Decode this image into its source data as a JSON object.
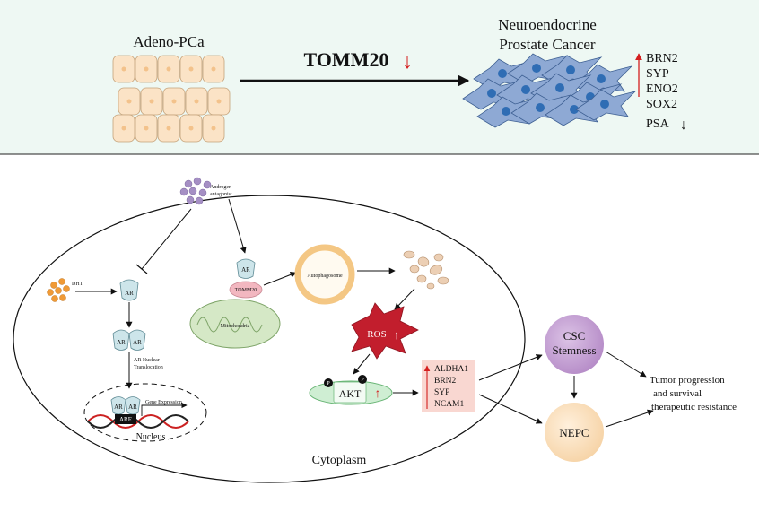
{
  "top": {
    "left_label": "Adeno-PCa",
    "center_label": "TOMM20",
    "center_arrow": "↓",
    "right_title_line1": "Neuroendocrine",
    "right_title_line2": "Prostate Cancer",
    "markers_up": [
      "BRN2",
      "SYP",
      "ENO2",
      "SOX2"
    ],
    "marker_down": "PSA",
    "marker_down_arrow": "↓"
  },
  "cell": {
    "androgen_antagonist_line1": "Androgen",
    "androgen_antagonist_line2": "antagonist",
    "dht": "DHT",
    "ar": "AR",
    "ar_dimer_left": "AR",
    "ar_dimer_right": "AR",
    "ar_nuclear_line1": "AR Nuclear",
    "ar_nuclear_line2": "Translocation",
    "nucleus_ar_left": "AR",
    "nucleus_ar_right": "AR",
    "are": "ARE",
    "gene_expression": "Gene Expression",
    "nucleus": "Nucleus",
    "mito_ar": "AR",
    "tomm20": "TOMM20",
    "mitochondria": "Mitochondria",
    "autophagosome": "Autophagosome",
    "ros": "ROS",
    "ros_arrow": "↑",
    "akt": "AKT",
    "akt_arrow": "↑",
    "p_label": "P",
    "targets": [
      "ALDHA1",
      "BRN2",
      "SYP",
      "NCAM1"
    ],
    "cytoplasm": "Cytoplasm"
  },
  "outcomes": {
    "csc_line1": "CSC",
    "csc_line2": "Stemness",
    "nepc": "NEPC",
    "result_line1": "Tumor progression",
    "result_line2": "and survival",
    "result_line3": "therapeutic resistance"
  },
  "colors": {
    "top_panel_bg": "#eef8f3",
    "up_arrow": "#d41f1f",
    "adeno_cell_fill": "#fbe3c6",
    "adeno_cell_stroke": "#c4a27a",
    "ne_cell_fill": "#8ea9d4",
    "ne_nucleus": "#2f6db4",
    "ar_fill": "#cde5ea",
    "dht_dots": "#f09a36",
    "antagonist_dots": "#a58fc4",
    "mito_fill": "#d5e8c6",
    "autophagosome_ring": "#f4c784",
    "ros_fill": "#c21e2d",
    "akt_fill": "#cfeed3",
    "target_box": "#f9d7d1",
    "csc_fill": "#c9a6d6",
    "nepc_fill": "#fbe0bf",
    "fragment_fill": "#eccfb4"
  }
}
